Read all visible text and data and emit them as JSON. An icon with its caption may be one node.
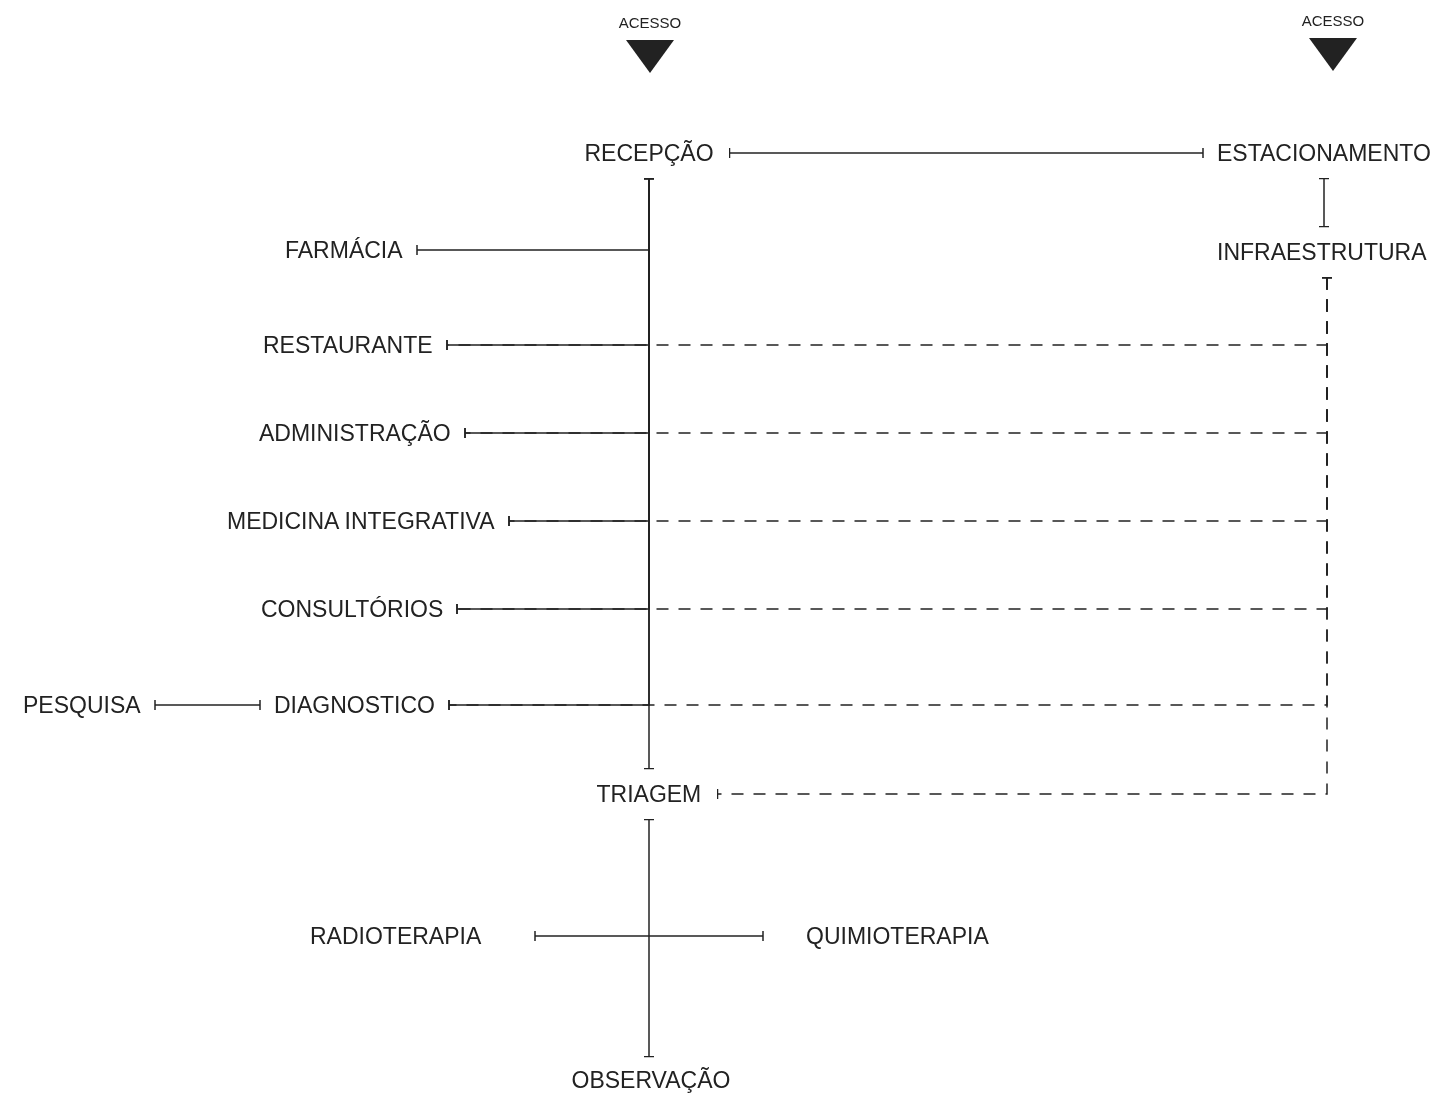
{
  "diagram": {
    "nodes": [
      {
        "text": [
          "RECEPÇÃO"
        ]
      },
      {
        "text": [
          "ESTACIONAMENTO"
        ]
      },
      {
        "text": [
          "INFRAESTRUTURA"
        ]
      },
      {
        "text": [
          "FARMÁCIA"
        ]
      },
      {
        "text": [
          "RESTAURANTE"
        ]
      },
      {
        "text": [
          "ADMINISTRAÇÃO"
        ]
      },
      {
        "text": [
          "MEDICINA INTEGRATIVA"
        ]
      },
      {
        "text": [
          "CONSULTÓRIOS"
        ]
      },
      {
        "text": [
          "PESQUISA"
        ]
      },
      {
        "text": [
          "DIAGNOSTICO"
        ]
      },
      {
        "text": [
          "TRIAGEM"
        ]
      },
      {
        "text": [
          "RADIOTERAPIA"
        ]
      },
      {
        "text": [
          "QUIMIOTERAPIA"
        ]
      },
      {
        "text": [
          "OBSERVAÇÃO"
        ]
      }
    ],
    "edges": [
      {
        "from": 0,
        "to": 1,
        "arrow": "other"
      },
      {
        "from": 1,
        "to": 2,
        "arrow": "other"
      },
      {
        "from": 0,
        "to": 10,
        "arrow": "other"
      },
      {
        "from": 3,
        "to": 0,
        "arrow": "other"
      },
      {
        "from": 4,
        "to": 0,
        "arrow": "other"
      },
      {
        "from": 5,
        "to": 0,
        "arrow": "other"
      },
      {
        "from": 6,
        "to": 0,
        "arrow": "other"
      },
      {
        "from": 7,
        "to": 0,
        "arrow": "other"
      },
      {
        "from": 9,
        "to": 0,
        "arrow": "other"
      },
      {
        "from": 8,
        "to": 9,
        "arrow": "other"
      },
      {
        "from": 2,
        "to": 4,
        "arrow": "other",
        "style": "dashed"
      },
      {
        "from": 2,
        "to": 5,
        "arrow": "other",
        "style": "dashed"
      },
      {
        "from": 2,
        "to": 6,
        "arrow": "other",
        "style": "dashed"
      },
      {
        "from": 2,
        "to": 7,
        "arrow": "other",
        "style": "dashed"
      },
      {
        "from": 2,
        "to": 9,
        "arrow": "other",
        "style": "dashed"
      },
      {
        "from": 2,
        "to": 10,
        "arrow": "other",
        "style": "dashed"
      },
      {
        "from": 10,
        "to": 13,
        "arrow": "other"
      },
      {
        "from": 11,
        "to": 12,
        "arrow": "other"
      }
    ],
    "labels": [
      "ACESSO",
      "ACESSO"
    ]
  }
}
